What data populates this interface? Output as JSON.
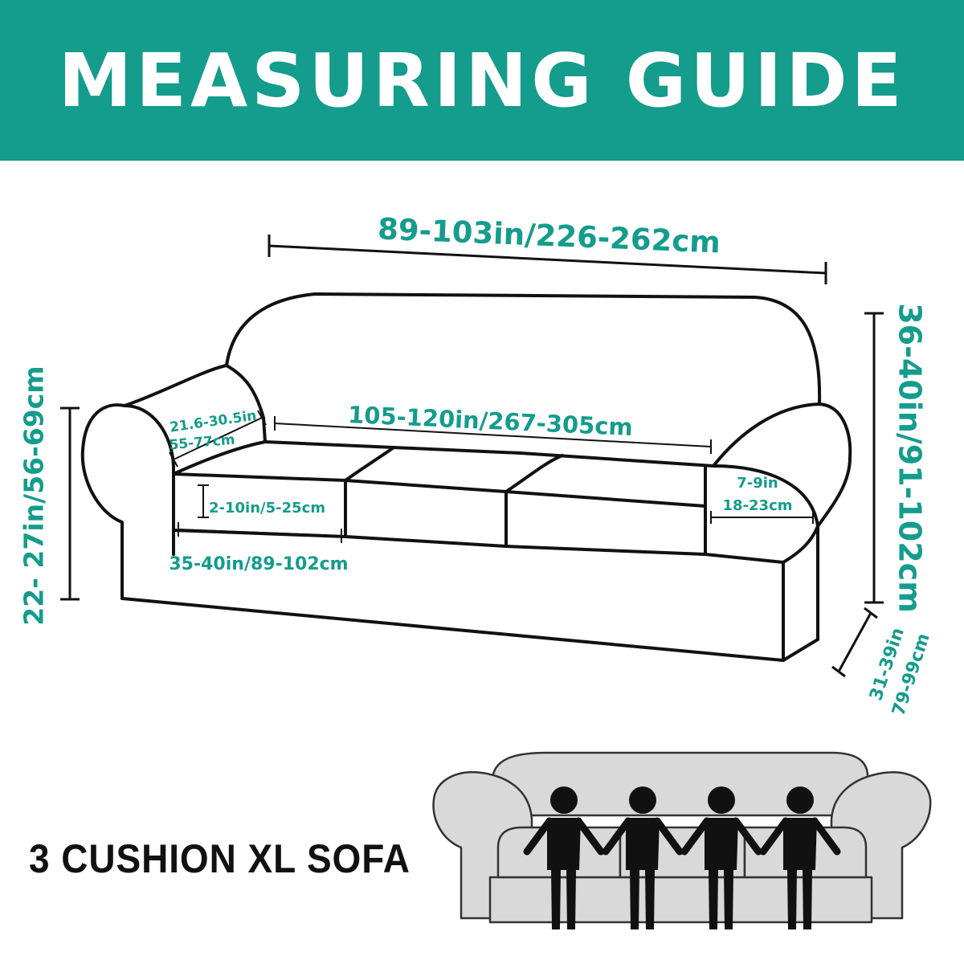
{
  "header": {
    "title": "MEASURING GUIDE"
  },
  "colors": {
    "banner": "#149c8c",
    "dimension_text": "#149c8c",
    "outline": "#111111",
    "mini_sofa_fill": "#d9d9d9"
  },
  "dimensions": {
    "overall_width": "89-103in/226-262cm",
    "seat_width": "105-120in/267-305cm",
    "arm_depth_line1": "21.6-30.5in",
    "arm_depth_line2": "55-77cm",
    "cushion_thickness": "2-10in/5-25cm",
    "cushion_width": "35-40in/89-102cm",
    "arm_width_line1": "7-9in",
    "arm_width_line2": "18-23cm",
    "arm_height": "22- 27in/56-69cm",
    "overall_height": "36-40in/91-102cm",
    "depth_line1": "31-39in",
    "depth_line2": "79-99cm"
  },
  "product": {
    "label": "3 CUSHION XL SOFA"
  },
  "icons": [
    "sofa-outline-icon",
    "mini-sofa-icon",
    "person-icon"
  ]
}
